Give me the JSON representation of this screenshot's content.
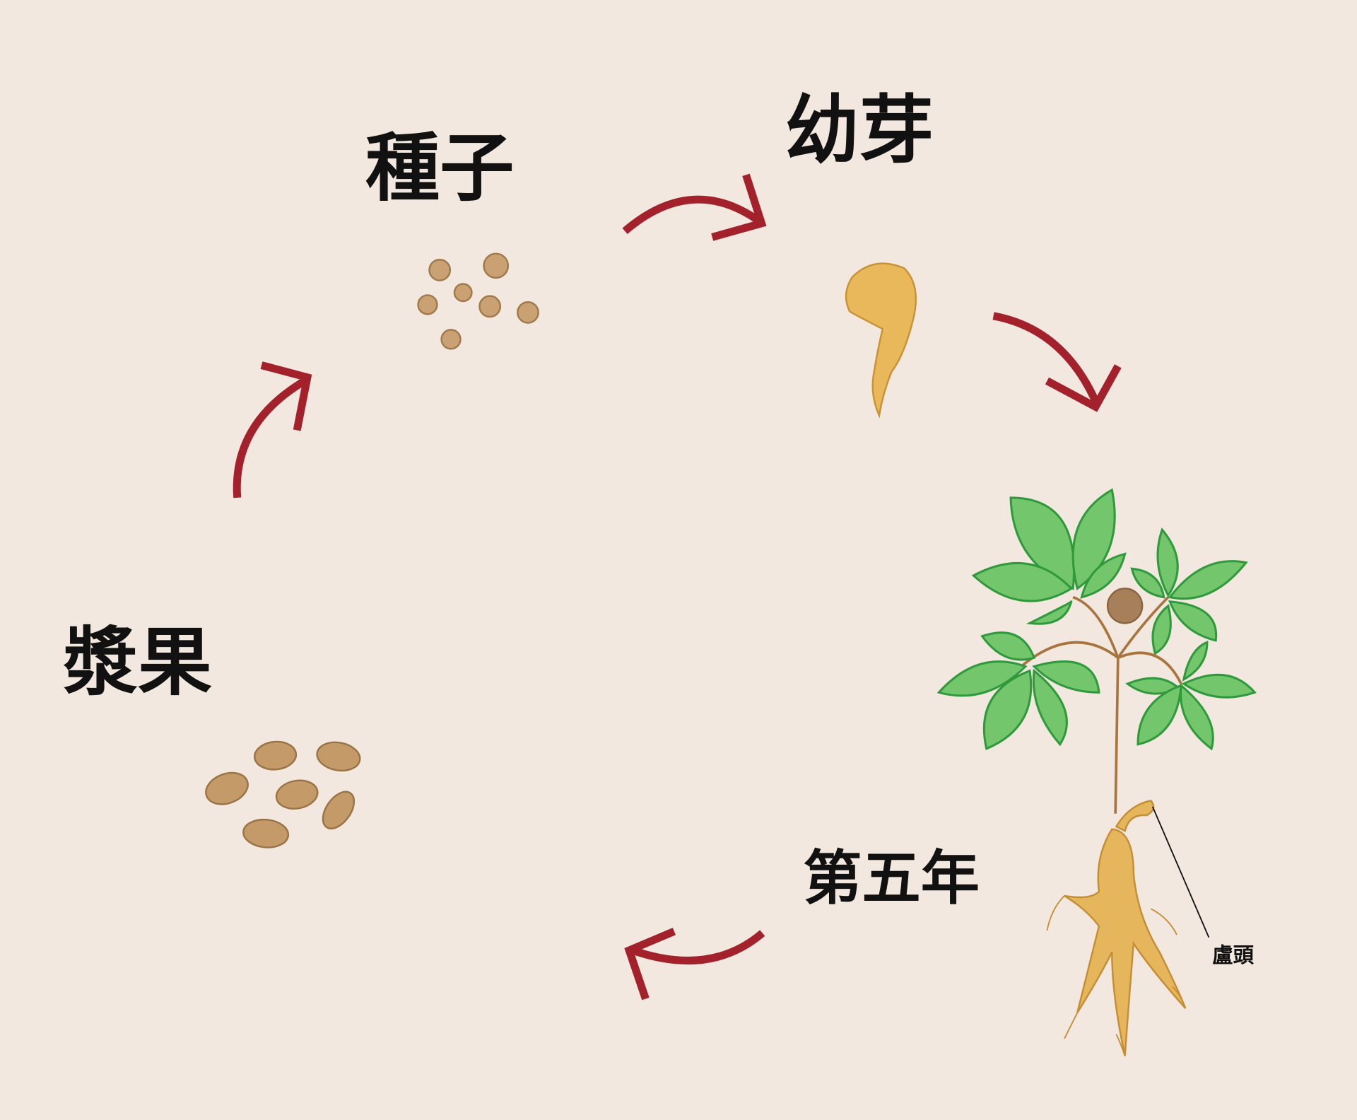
{
  "title": "人參生長週期",
  "stages": {
    "berry": "漿果",
    "seed": "種子",
    "sprout": "幼芽",
    "fifth_year": "第五年"
  },
  "annotation": {
    "rhizome_head": "盧頭"
  },
  "colors": {
    "background": "#f2e8df",
    "arrow": "#a3212b",
    "leaf": "#72c56c",
    "leaf_stroke": "#2f9a3c",
    "root": "#e6b65c",
    "seed": "#c9a173"
  }
}
